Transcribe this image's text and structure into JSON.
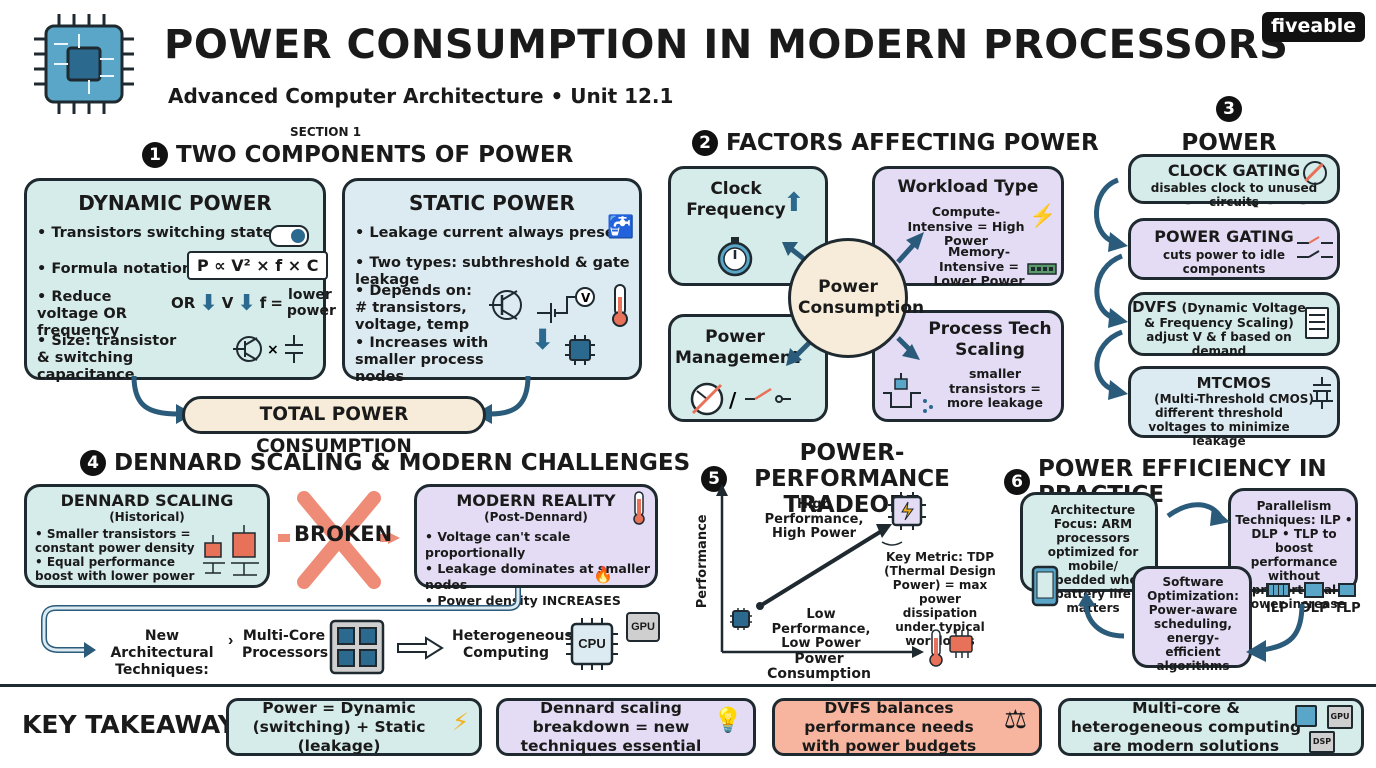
{
  "header": {
    "title": "POWER CONSUMPTION IN MODERN PROCESSORS",
    "subtitle": "Advanced Computer Architecture • Unit 12.1",
    "brand": "fiveable",
    "logo_icon": "processor-chip-icon"
  },
  "section1": {
    "kicker": "SECTION 1",
    "num": "1",
    "title": "TWO COMPONENTS OF POWER",
    "dynamic": {
      "title": "DYNAMIC POWER",
      "items": [
        "Transistors switching states",
        "Formula notation:",
        "Reduce voltage OR frequency",
        "Size: transistor & switching capacitance"
      ],
      "formula": "P ∝ V² × f × C",
      "or": "OR",
      "v": "V",
      "f": "f",
      "eq": "=",
      "lower_power": "lower power"
    },
    "static": {
      "title": "STATIC POWER",
      "items": [
        "Leakage current always present",
        "Two types: subthreshold & gate leakage",
        "Depends on: # transistors, voltage, temp",
        "Increases with smaller process nodes"
      ],
      "meter": "V"
    },
    "total": "TOTAL POWER CONSUMPTION"
  },
  "section2": {
    "num": "2",
    "title": "FACTORS AFFECTING POWER",
    "center": "Power Consumption",
    "clock": "Clock Frequency",
    "workload": {
      "title": "Workload Type",
      "compute": "Compute-Intensive = High Power",
      "memory": "Memory-Intensive = Lower Power"
    },
    "management": "Power Management",
    "process": {
      "title": "Process Tech Scaling",
      "text": "smaller transistors = more leakage"
    }
  },
  "section3": {
    "num": "3",
    "title": "POWER MANAGEMENT TECHNIQUES",
    "items": [
      {
        "title": "CLOCK GATING",
        "text": "disables clock to unused circuits"
      },
      {
        "title": "POWER GATING",
        "text": "cuts power to idle components"
      },
      {
        "title": "DVFS",
        "title_rest": " (Dynamic Voltage & Frequency Scaling)",
        "text": "adjust V & f based on demand"
      },
      {
        "title": "MTCMOS",
        "title_rest": "(Multi-Threshold CMOS)",
        "text": "different threshold voltages to minimize leakage"
      }
    ]
  },
  "section4": {
    "num": "4",
    "title": "DENNARD SCALING & MODERN CHALLENGES",
    "dennard": {
      "title": "DENNARD SCALING",
      "sub": "(Historical)",
      "items": [
        "Smaller transistors = constant power density",
        "Equal performance boost with lower power"
      ]
    },
    "broken": "BROKEN",
    "modern": {
      "title": "MODERN REALITY",
      "sub": "(Post-Dennard)",
      "items": [
        "Voltage can't scale proportionally",
        "Leakage dominates at smaller nodes",
        "Power density INCREASES"
      ]
    },
    "flow": [
      "New Architectural Techniques:",
      "Multi-Core Processors",
      "Heterogeneous Computing"
    ],
    "cpu": "CPU",
    "gpu": "GPU"
  },
  "section5": {
    "num": "5",
    "title": "POWER-PERFORMANCE TRADEOFF",
    "ylabel": "Performance",
    "xlabel": "Power Consumption",
    "high": "High Performance, High Power",
    "low": "Low Performance, Low Power",
    "metric": "Key Metric: TDP (Thermal Design Power) = max power dissipation under typical workloads"
  },
  "section6": {
    "num": "6",
    "title": "POWER EFFICIENCY IN PRACTICE",
    "arch": "Architecture Focus: ARM processors optimized for mobile/ embedded where battery life matters",
    "parallel": "Parallelism Techniques: ILP • DLP • TLP to boost performance without proportional power increase",
    "software": "Software Optimization: Power-aware scheduling, energy-efficient algorithms",
    "ilp": "ILP",
    "dlp": "DLP",
    "tlp": "TLP"
  },
  "takeaways": {
    "title": "KEY TAKEAWAYS",
    "items": [
      "Power = Dynamic (switching) + Static (leakage)",
      "Dennard scaling breakdown = new techniques essential",
      "DVFS balances performance needs with power budgets",
      "Multi-core & heterogeneous computing are modern solutions"
    ],
    "gpu": "GPU",
    "dsp": "DSP"
  },
  "colors": {
    "teal": "#d6ecea",
    "lavender": "#e4dcf4",
    "blue": "#dceaf2",
    "peach": "#f7b49e",
    "cream": "#f6ecd9",
    "arrow": "#2b5b7a",
    "red": "#e8715a"
  }
}
